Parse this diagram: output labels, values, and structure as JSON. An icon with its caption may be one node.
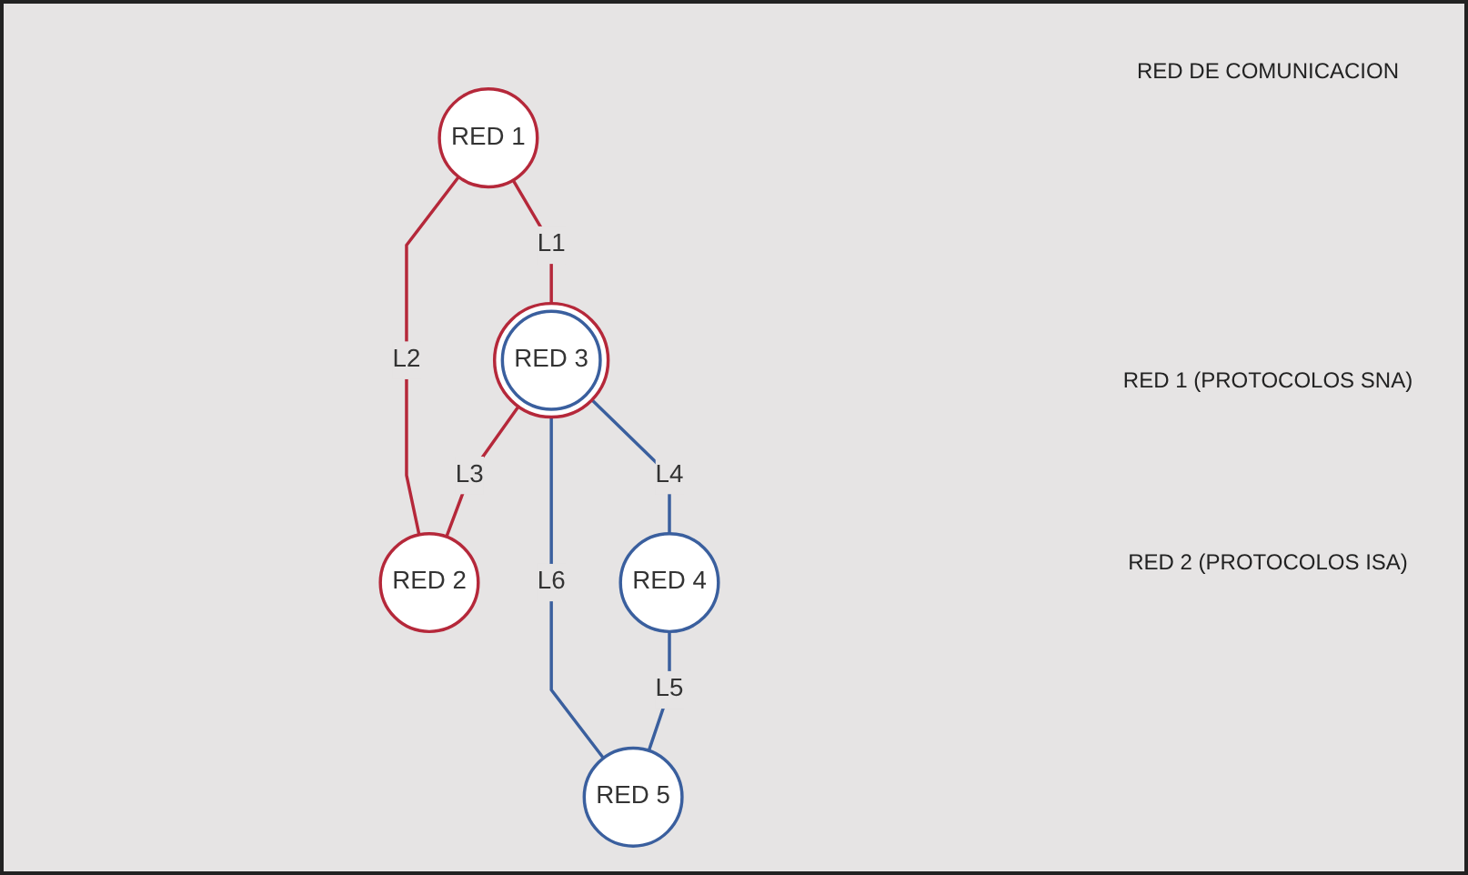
{
  "diagram": {
    "nodes": [
      {
        "text": [
          "RED 1"
        ]
      },
      {
        "text": [
          "RED 2"
        ]
      },
      {
        "text": [
          "RED 3"
        ]
      },
      {
        "text": [
          "RED 4"
        ]
      },
      {
        "text": [
          "RED 5"
        ]
      }
    ],
    "edges": [
      {
        "from": 0,
        "to": 2,
        "arrow": "none",
        "label": "L1",
        "color": "#b5283a"
      },
      {
        "from": 0,
        "to": 1,
        "arrow": "none",
        "label": "L2",
        "color": "#b5283a"
      },
      {
        "from": 2,
        "to": 1,
        "arrow": "none",
        "label": "L3",
        "color": "#b5283a"
      },
      {
        "from": 2,
        "to": 3,
        "arrow": "none",
        "label": "L4",
        "color": "#3a5f9e"
      },
      {
        "from": 2,
        "to": 4,
        "arrow": "none",
        "label": "L6",
        "color": "#3a5f9e"
      },
      {
        "from": 3,
        "to": 4,
        "arrow": "none",
        "label": "L5",
        "color": "#3a5f9e"
      }
    ],
    "labels": [
      "RED DE COMUNICACION",
      "RED 1 (PROTOCOLOS SNA)",
      "RED 2 (PROTOCOLOS ISA)"
    ]
  }
}
